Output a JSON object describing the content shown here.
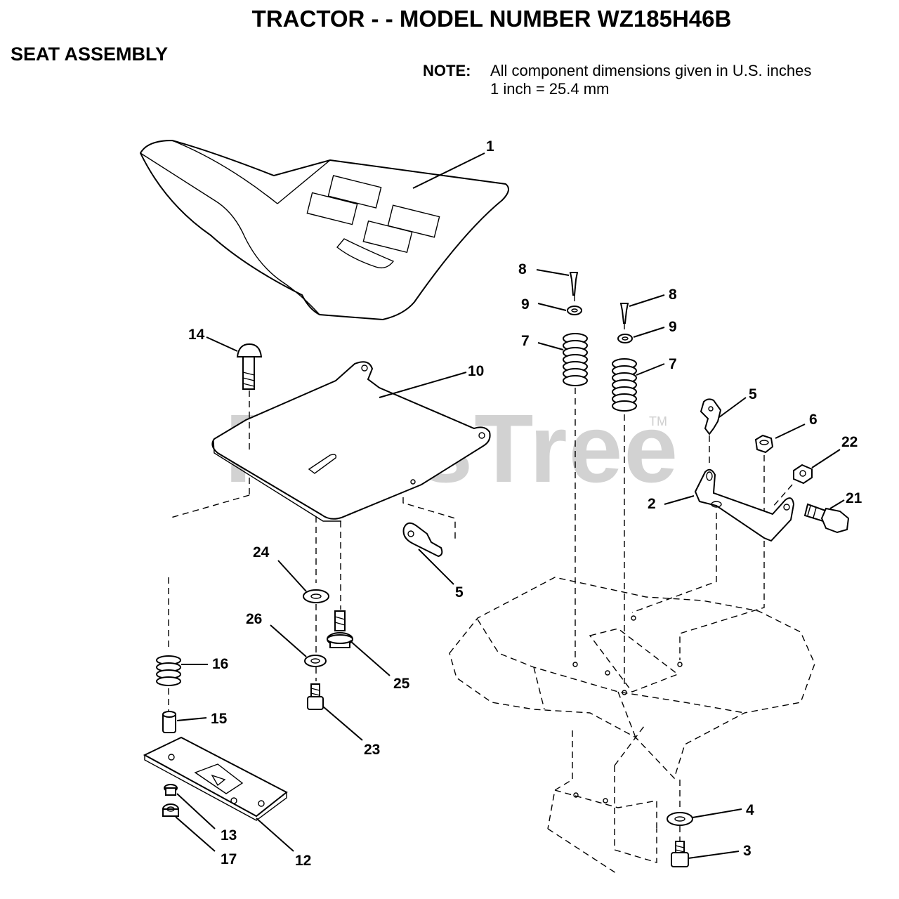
{
  "title": "TRACTOR - - MODEL NUMBER WZ185H46B",
  "section": "SEAT ASSEMBLY",
  "note": {
    "label": "NOTE:",
    "line1": "All component dimensions given in U.S. inches",
    "line2": "1 inch = 25.4 mm"
  },
  "watermark": "PartsTree",
  "watermark_tm": "TM",
  "callouts": {
    "c1": "1",
    "c2": "2",
    "c3": "3",
    "c4": "4",
    "c5a": "5",
    "c5b": "5",
    "c6": "6",
    "c7a": "7",
    "c7b": "7",
    "c8a": "8",
    "c8b": "8",
    "c9a": "9",
    "c9b": "9",
    "c10": "10",
    "c12": "12",
    "c13": "13",
    "c14": "14",
    "c15": "15",
    "c16": "16",
    "c17": "17",
    "c21": "21",
    "c22": "22",
    "c23": "23",
    "c24": "24",
    "c25": "25",
    "c26": "26"
  }
}
